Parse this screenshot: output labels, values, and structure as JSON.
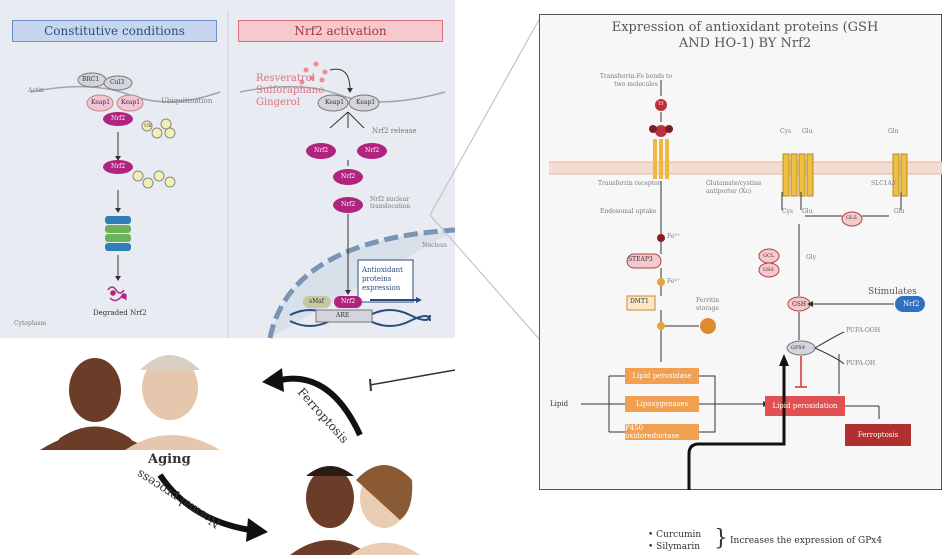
{
  "left_panel": {
    "constitutive_header": "Constitutive conditions",
    "nrf2_header": "Nrf2 activation",
    "compounds": [
      "Resveratrol",
      "Sulforaphane",
      "Gingerol"
    ],
    "labels": {
      "actin": "Actin",
      "brcl": "BRC1",
      "cul3": "Cul3",
      "keap1_a": "Keap1",
      "keap1_b": "Keap1",
      "nrf2": "Nrf2",
      "ubiquitination": "Ubiquitination",
      "ub": "Ub",
      "degraded": "Degraded Nrf2",
      "cytoplasm": "Cytoplasm",
      "nrf2_release": "Nrf2 release",
      "translocation": "Nrf2 nuclear translocation",
      "nucleus": "Nucleus",
      "antioxidant_expr": "Antioxidant proteins expression",
      "smaf": "sMaf",
      "are": "ARE"
    }
  },
  "aging": {
    "aging_label": "Aging",
    "ferroptosis_label": "Ferroptosis",
    "normal_process_label": "Normal process"
  },
  "right_panel": {
    "title": "Expression of antioxidant proteins (GSH AND HO-1) BY Nrf2",
    "labels": {
      "transferrin": "Transferrin-Fe bonds to two molecules",
      "tf": "Tf",
      "tfr": "Transferrin receptor",
      "endosomal": "Endosomal uptake",
      "fe3": "Fe³⁺",
      "steap3": "STEAP3",
      "fe2": "Fe²⁺",
      "dmt1": "DMT1",
      "ferritin": "Ferritin storage",
      "cys": "Cys",
      "glu": "Glu",
      "gln": "Gln",
      "exchanger": "Glutamate/cystine antiporter (Xc)",
      "slc1a5": "SLC1A5",
      "glu_out": "Glu",
      "gls": "GLS",
      "gcl": "GCL",
      "gss": "GSS",
      "gly": "Gly",
      "gsh": "GSH",
      "stimulates": "Stimulates",
      "nrf2": "Nrf2",
      "gpx4": "GPX4",
      "pufa_ooh": "PUFA-OOH",
      "pufa_oh": "PUFA-OH",
      "lipid": "Lipid",
      "ferroptosis": "Ferroptosis"
    },
    "enzymes": [
      "Lipid peroxidase",
      "Lipoxygenases",
      "P450 oxidoreductase"
    ],
    "lipid_peroxidation": "Lipid peroxidation",
    "ferroptosis_box": "Ferroptosis"
  },
  "bottom": {
    "items": [
      "Curcumin",
      "Silymarin"
    ],
    "increase_text": "Increases the expression of GPx4"
  },
  "colors": {
    "nrf2": "#b0237e",
    "enzyme": "#f0a050",
    "lipid_perox": "#e05050",
    "ferroptosis": "#b03030",
    "nrf2_right": "#3070c0"
  }
}
